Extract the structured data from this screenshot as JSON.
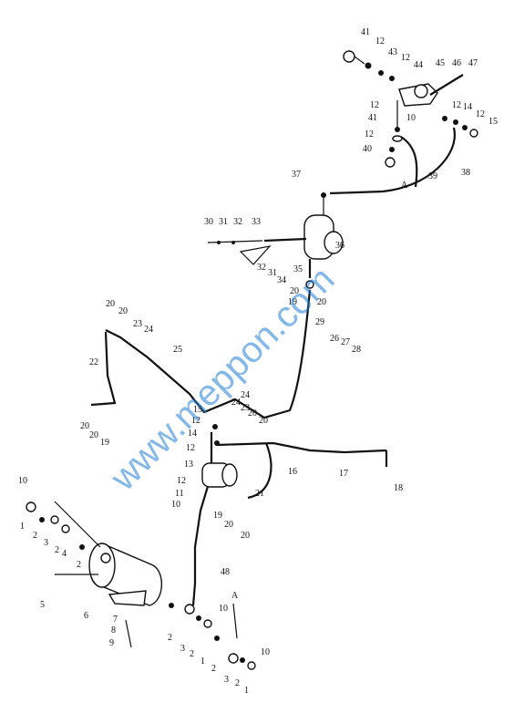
{
  "labels": {
    "n1": "1",
    "n2": "2",
    "n3": "3",
    "n4": "4",
    "n5": "5",
    "n6": "6",
    "n7": "7",
    "n8": "8",
    "n9": "9",
    "n10": "10",
    "n11": "11",
    "n12": "12",
    "n13": "13",
    "n14": "14",
    "n15": "15",
    "n16": "16",
    "n17": "17",
    "n18": "18",
    "n19": "19",
    "n20": "20",
    "n21": "21",
    "n22": "22",
    "n23": "23",
    "n24": "24",
    "n25": "25",
    "n26": "26",
    "n27": "27",
    "n28": "28",
    "n29": "29",
    "n30": "30",
    "n31": "31",
    "n32": "32",
    "n33": "33",
    "n34": "34",
    "n35": "35",
    "n36": "36",
    "n37": "37",
    "n38": "38",
    "n39": "39",
    "n40": "40",
    "n41": "41",
    "n43": "43",
    "n44": "44",
    "n45": "45",
    "n46": "46",
    "n47": "47",
    "A": "A"
  },
  "watermark": "www.meppon.com",
  "colors": {
    "line": "#111111",
    "watermark": "#1e7fd6"
  }
}
